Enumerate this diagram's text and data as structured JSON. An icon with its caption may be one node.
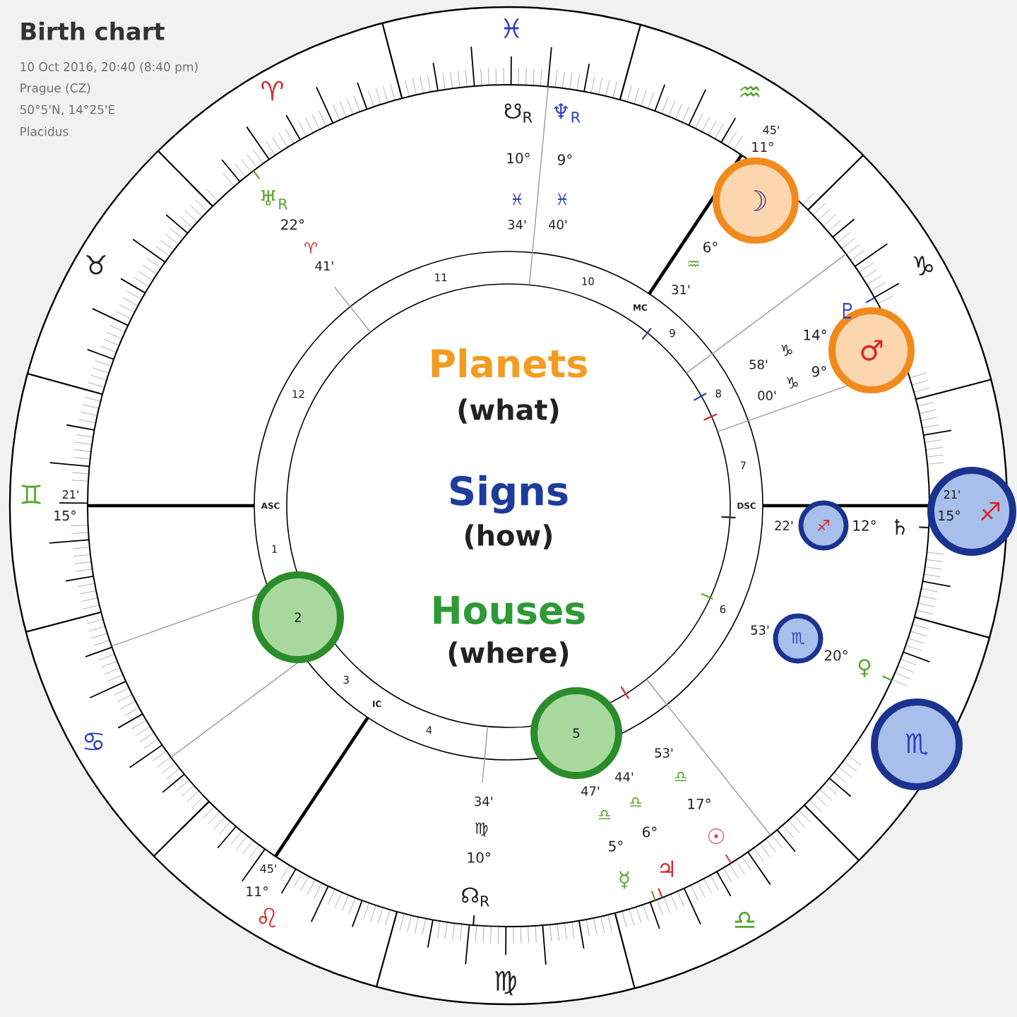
{
  "diagram": {
    "title": "Birth chart",
    "nodes": [
      {
        "text": [
          "☽"
        ]
      },
      {
        "text": [
          "♂"
        ]
      },
      {
        "text": [
          "♐"
        ]
      },
      {
        "text": [
          "♐"
        ]
      },
      {
        "text": [
          "2"
        ]
      },
      {
        "text": [
          "♏"
        ]
      },
      {
        "text": [
          "5"
        ]
      },
      {
        "text": [
          "♏"
        ]
      }
    ],
    "labels": [
      "♓",
      "10 Oct 2016, 20:40 (8:40 pm)",
      "Prague (CZ)",
      "♈",
      "♒",
      "50°5'N, 14°25'E",
      "☋$_{R}$",
      "♆$_{R}$",
      "Placidus",
      "45'",
      "11°",
      "10°",
      "9°",
      "♅$_{R}$",
      "♓",
      "♓",
      "22°",
      "34'",
      "40'",
      "♈",
      "6°",
      "♉",
      "41'",
      "♒",
      "♑",
      "11",
      "10",
      "31'",
      "MC",
      "♇",
      "9",
      "14°",
      "♑",
      "Planets",
      "58'",
      "9°",
      "♑",
      "12",
      "8",
      "00'",
      "(what)",
      "7",
      "♊",
      "21'",
      "Signs",
      "21'",
      "ASC",
      "DSC",
      "15°",
      "15°",
      "22'",
      "12°",
      "♄",
      "(how)",
      "1",
      "Houses",
      "6",
      "53'",
      "(where)",
      "20°",
      "♀",
      "3",
      "IC",
      "4",
      "♋",
      "53'",
      "44'",
      "♎",
      "47'",
      "34'",
      "♎",
      "17°",
      "♎",
      "♍",
      "6°",
      "☉",
      "5°",
      "10°",
      "45'",
      "♃",
      "☿",
      "11°",
      "☊$_{R}$",
      "♌",
      "♎",
      "♍"
    ]
  }
}
